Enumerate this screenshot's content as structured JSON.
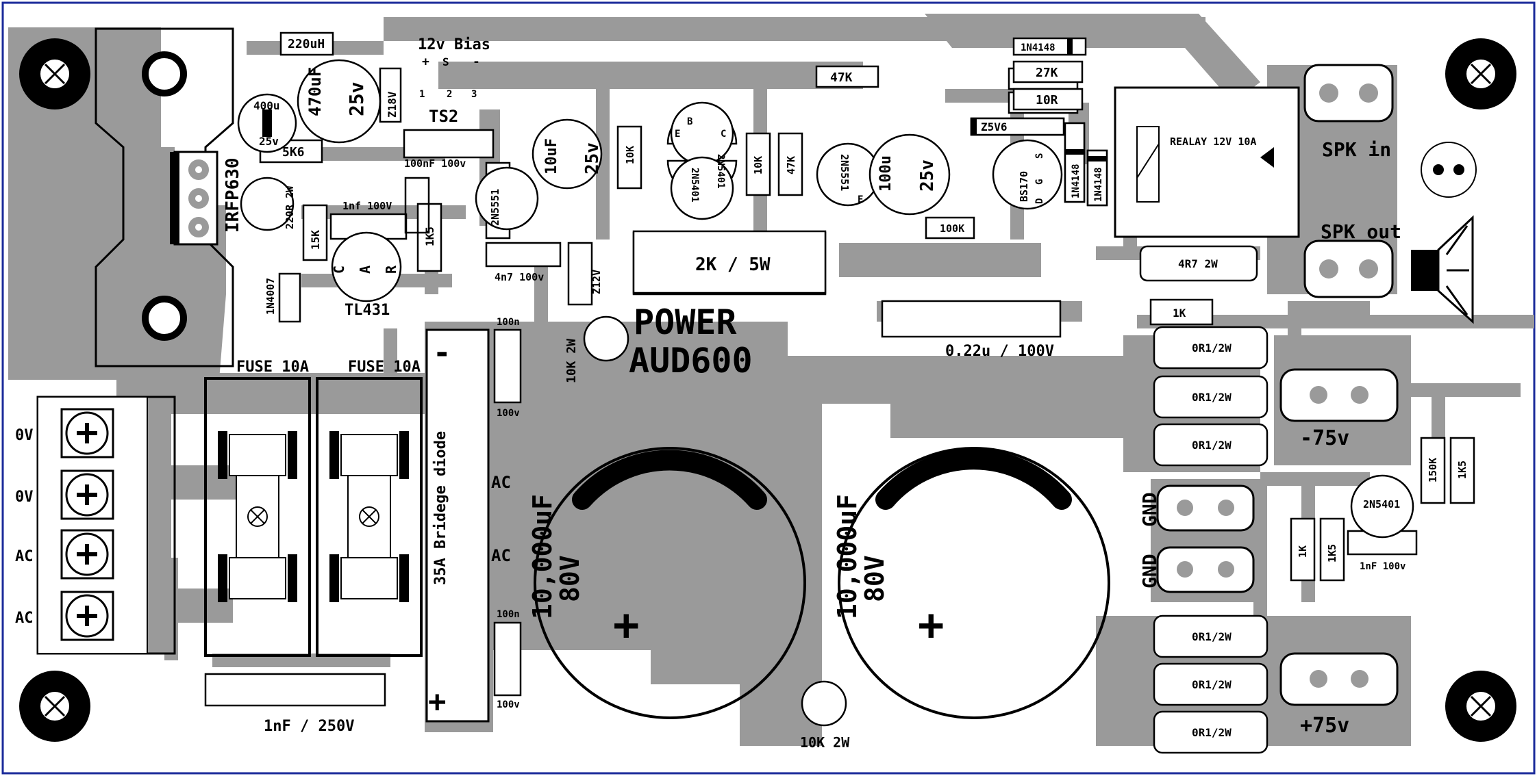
{
  "board": {
    "title": "POWER",
    "model": "AUD600",
    "colors": {
      "copper": "#9a9a9a",
      "silk": "#000000",
      "background": "#ffffff",
      "border": "#1a2a9a"
    }
  },
  "labels": {
    "l220uh": "220uH",
    "bias": "12v Bias",
    "bias_pins": [
      "+",
      "S",
      "-"
    ],
    "bias_nums": [
      "1",
      "2",
      "3"
    ],
    "c470_value": "470uF",
    "c470_volt": "25v",
    "z18v": "Z18V",
    "ts2": "TS2",
    "c100nf": "100nF 100v",
    "c400u": "400u",
    "c400u_v": "25v",
    "r5k6": "5K6",
    "irfp630": "IRFP630",
    "r220r": "220R 2W",
    "c1nf": "1nf  100V",
    "r15k": "15K",
    "r1k5a": "1K5",
    "tl431": "TL431",
    "tl_pins": [
      "C",
      "A",
      "R"
    ],
    "d1n4007": "1N4007",
    "q2n5551a": "2N5551",
    "c4n7": "4n7 100v",
    "z12v": "Z12V",
    "c10uf": "10uF",
    "c10uf_v": "25v",
    "r10ka": "10K",
    "q2n5401a": "2N5401",
    "q2n5401b": "2N5401",
    "q_pins": [
      "E",
      "B",
      "C"
    ],
    "r10kb": "10K",
    "r47ka": "47K",
    "q2n5551b": "2N5551",
    "q_e": "E",
    "c100u": "100u",
    "c100u_v": "25v",
    "r47kb": "47K",
    "r2k5w": "2K / 5W",
    "d1n4148a": "1N4148",
    "r27k": "27K",
    "r10r": "10R",
    "z5v6": "Z5V6",
    "bs170": "BS170",
    "bs_pins": [
      "D",
      "G",
      "S"
    ],
    "d1n4148b": "1N4148",
    "d1n4148c": "1N4148",
    "r100k": "100K",
    "relay": "REALAY 12V 10A",
    "spk_in": "SPK in",
    "spk_out": "SPK out",
    "r4r7": "4R7 2W",
    "r1ka": "1K",
    "c022": "0.22u / 100V",
    "r10k2wa": "10K 2W",
    "c100n_top": "100n",
    "c100v_top": "100v",
    "c100n_bot": "100n",
    "c100v_bot": "100v",
    "fuse1": "FUSE 10A",
    "fuse2": "FUSE 10A",
    "bridge": "35A Bridege diode",
    "bridge_minus": "-",
    "bridge_plus": "+",
    "ac1": "AC",
    "ac2": "AC",
    "term_labels": [
      "0V",
      "0V",
      "AC",
      "AC"
    ],
    "cap_big_value": "10,000uF",
    "cap_big_volt": "80V",
    "cap_plus": "+",
    "r01": "0R1/2W",
    "minus75": "-75v",
    "plus75": "+75v",
    "gnd1": "GND",
    "gnd2": "GND",
    "r150k": "150K",
    "r1k5b": "1K5",
    "q2n5401c": "2N5401",
    "r1kb": "1K",
    "r1k5c": "1K5",
    "c1nf100": "1nF 100v",
    "c1nf250": "1nF / 250V",
    "r10k2wb": "10K 2W"
  }
}
